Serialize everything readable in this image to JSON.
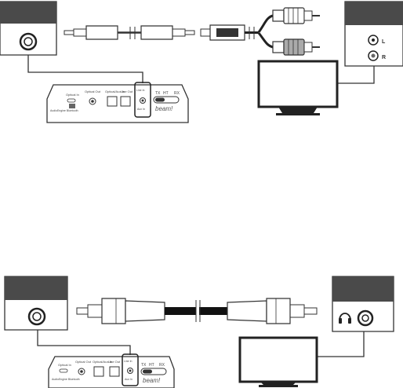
{
  "top_device": {
    "port_labels": [
      "Optical In",
      "Optical Out",
      "Optical/Aux In",
      "Line Out",
      "Line In",
      "Aux In"
    ],
    "switch_labels": [
      "TX",
      "HT",
      "RX"
    ],
    "brand": "beam!",
    "logo_text": "AudioEngine Bluetooth"
  },
  "top_receiver": {
    "port_l": "L",
    "port_r": "R"
  },
  "bottom_device": {
    "port_labels": [
      "Optical In",
      "Optical Out",
      "Optical/Aux In",
      "Line Out",
      "Line In",
      "Aux In"
    ],
    "switch_labels": [
      "TX",
      "HT",
      "RX"
    ],
    "brand": "beam!",
    "logo_text": "AudioEngine Bluetooth"
  },
  "icons": {
    "headphone": "headphone-icon",
    "jack": "audio-jack-icon",
    "tv": "tv-icon",
    "cable": "aux-cable-icon"
  },
  "colors": {
    "box_top": "#4a4a4a",
    "stroke": "#333333",
    "cable": "#1a1a1a"
  }
}
